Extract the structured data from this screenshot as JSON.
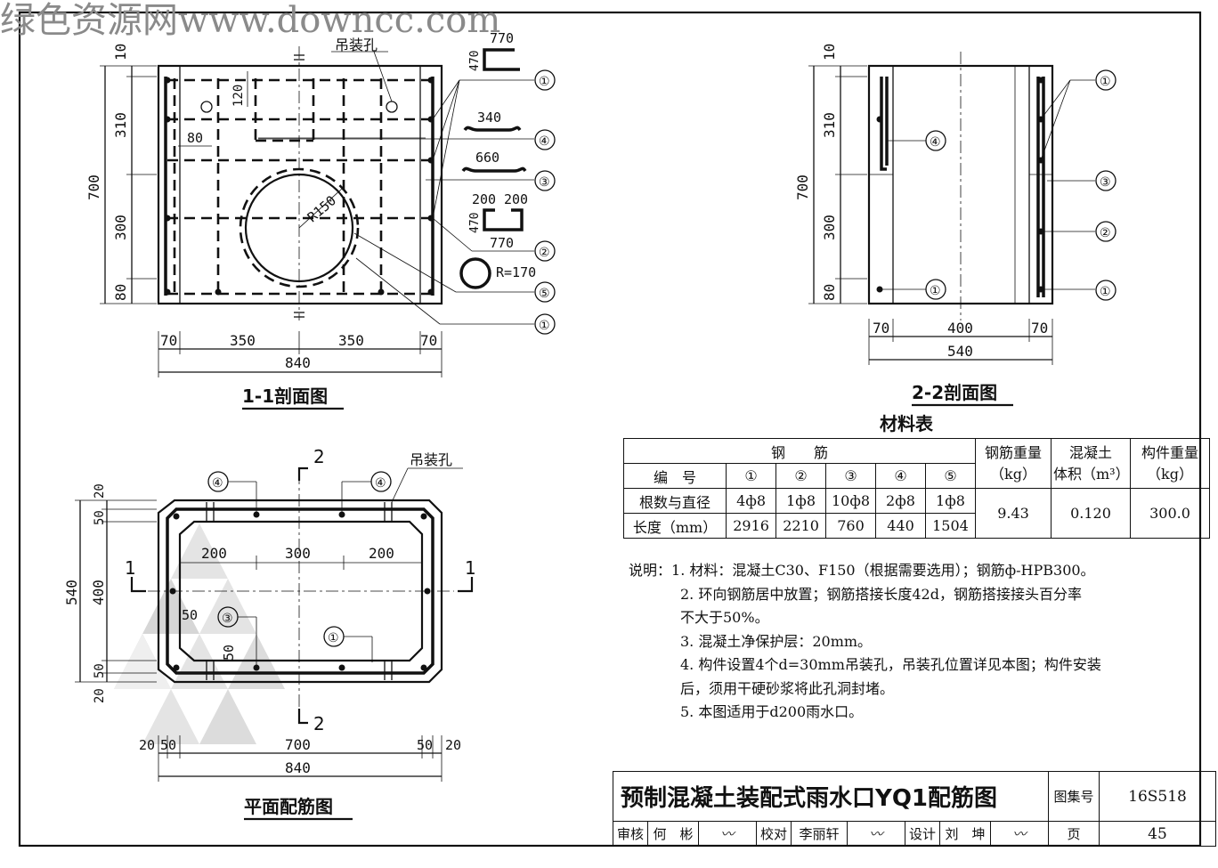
{
  "watermark": "绿色资源网www.downcc.com",
  "sections": {
    "s11": {
      "title": "1-1剖面图",
      "hole_label": "吊装孔",
      "radius_label": "R150",
      "dims_left": [
        "10",
        "310",
        "300",
        "80"
      ],
      "dim_total_left": "700",
      "dim_120": "120",
      "dim_80": "80",
      "dims_bottom": [
        "70",
        "350",
        "350",
        "70"
      ],
      "dim_total_bottom": "840"
    },
    "s22": {
      "title": "2-2剖面图",
      "dims_left": [
        "10",
        "310",
        "300",
        "80"
      ],
      "dim_total_left": "700",
      "dims_bottom": [
        "70",
        "400",
        "70"
      ],
      "dim_total_bottom": "540"
    },
    "plan": {
      "title": "平面配筋图",
      "hole_label": "吊装孔",
      "dims_left": [
        "20",
        "50",
        "400",
        "50",
        "20"
      ],
      "dim_total_left": "540",
      "dims_top": [
        "200",
        "300",
        "200"
      ],
      "dim_50a": "50",
      "dim_50b": "50",
      "dims_bottom": [
        "20",
        "50",
        "700",
        "50",
        "20"
      ],
      "dim_total_bottom": "840",
      "cut1": "1",
      "cut2": "2"
    }
  },
  "bar_shapes": {
    "b1": {
      "w": "770",
      "h": "470"
    },
    "b4": {
      "w": "340"
    },
    "b3": {
      "w": "660"
    },
    "b2": {
      "w1": "200",
      "w2": "200",
      "h": "470",
      "w": "770"
    },
    "b5": {
      "r": "R=170"
    }
  },
  "callouts": [
    "①",
    "②",
    "③",
    "④",
    "⑤"
  ],
  "material": {
    "title": "材料表",
    "h_steel": "钢　　筋",
    "h_steel_w": "钢筋重量",
    "h_kg1": "（kg）",
    "h_conc": "混凝土",
    "h_vol": "体积（m³）",
    "h_member": "构件重量",
    "h_kg2": "（kg）",
    "r_no": "编　号",
    "r_qty": "根数与直径",
    "r_len": "长度（mm）",
    "nos": [
      "①",
      "②",
      "③",
      "④",
      "⑤"
    ],
    "qty": [
      "4ф8",
      "1ф8",
      "10ф8",
      "2ф8",
      "1ф8"
    ],
    "len": [
      "2916",
      "2210",
      "760",
      "440",
      "1504"
    ],
    "steel_w": "9.43",
    "vol": "0.120",
    "member_w": "300.0"
  },
  "notes": {
    "head": "说明：",
    "items": [
      "1. 材料：混凝土C30、F150（根据需要选用）；钢筋ф-HPB300。",
      "2. 环向钢筋居中放置；钢筋搭接长度42d，钢筋搭接接头百分率",
      "不大于50%。",
      "3. 混凝土净保护层：20mm。",
      "4. 构件设置4个d=30mm吊装孔，吊装孔位置详见本图；构件安装",
      "后，须用干硬砂浆将此孔洞封堵。",
      "5. 本图适用于d200雨水口。"
    ]
  },
  "titleblock": {
    "title": "预制混凝土装配式雨水口YQ1配筋图",
    "atlas_label": "图集号",
    "atlas_no": "16S518",
    "review": "审核",
    "reviewer": "何　彬",
    "check": "校对",
    "checker": "李丽轩",
    "design": "设计",
    "designer": "刘　坤",
    "page_label": "页",
    "page_no": "45"
  }
}
